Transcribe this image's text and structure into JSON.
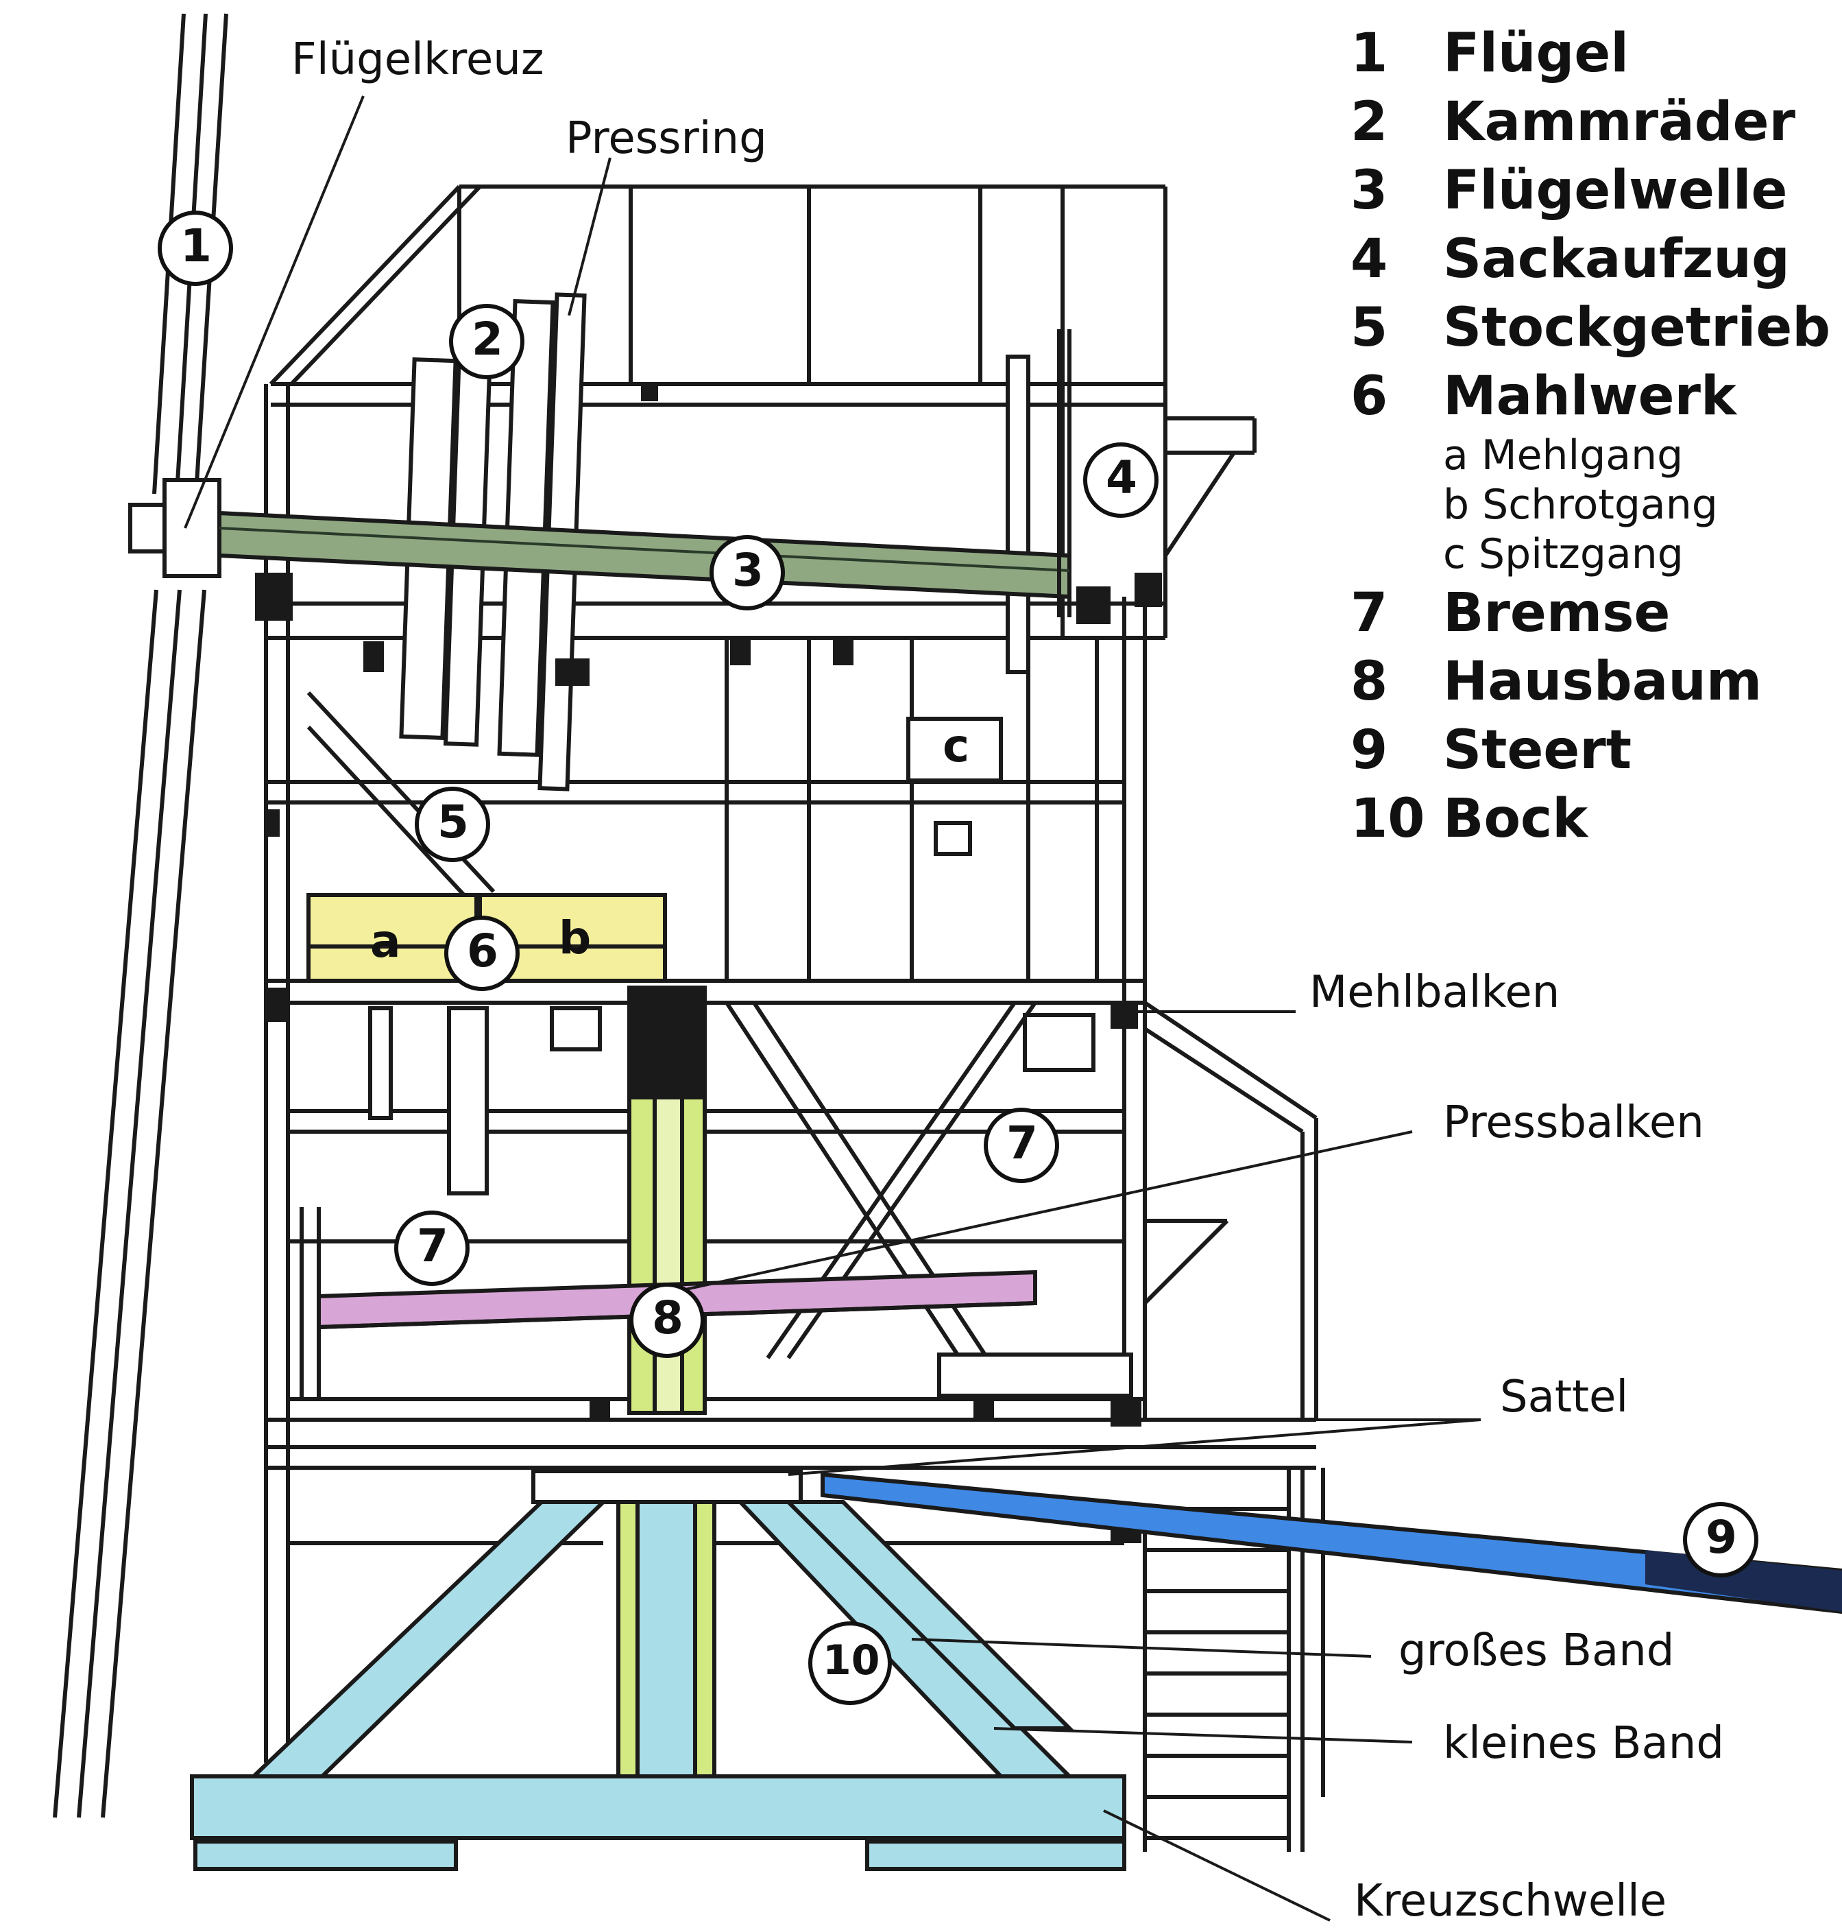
{
  "labels": {
    "fluegelkreuz": "Flügelkreuz",
    "pressring": "Pressring",
    "mehlbalken": "Mehlbalken",
    "pressbalken": "Pressbalken",
    "sattel": "Sattel",
    "grosses_band": "großes Band",
    "kleines_band": "kleines Band",
    "kreuzschwelle": "Kreuzschwelle"
  },
  "legend": [
    {
      "num": "1",
      "text": "Flügel"
    },
    {
      "num": "2",
      "text": "Kammräder"
    },
    {
      "num": "3",
      "text": "Flügelwelle"
    },
    {
      "num": "4",
      "text": "Sackaufzug"
    },
    {
      "num": "5",
      "text": "Stockgetrieb"
    },
    {
      "num": "6",
      "text": "Mahlwerk"
    },
    {
      "num": "7",
      "text": "Bremse"
    },
    {
      "num": "8",
      "text": "Hausbaum"
    },
    {
      "num": "9",
      "text": "Steert"
    },
    {
      "num": "10",
      "text": "Bock"
    }
  ],
  "legend_sub": [
    "a Mehlgang",
    "b Schrotgang",
    "c Spitzgang"
  ],
  "box_letters": {
    "a": "a",
    "b": "b",
    "c": "c"
  },
  "callouts": [
    "1",
    "2",
    "3",
    "4",
    "5",
    "6",
    "7",
    "7",
    "8",
    "9",
    "10"
  ],
  "colors": {
    "line": "#1a1a1a",
    "bock_blue": "#a9dde8",
    "hausbaum_green": "#d3ea82",
    "millstone_yellow": "#f3ef9c",
    "pressbalken_pink": "#d8a6d6",
    "shaft_green": "#8fa882",
    "steert_blue": "#3f88e4"
  }
}
